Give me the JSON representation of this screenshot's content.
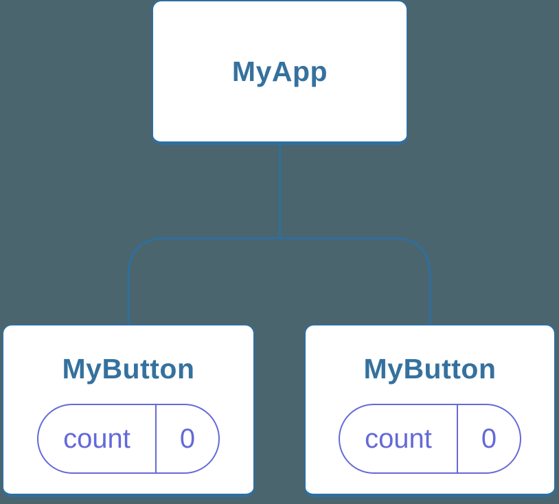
{
  "colors": {
    "background": "#4b656e",
    "node_background": "#ffffff",
    "node_border": "#2e6f9f",
    "node_label": "#35719e",
    "connector": "#2e6f9f",
    "state": "#6469d8"
  },
  "tree": {
    "root": {
      "label": "MyApp"
    },
    "children": [
      {
        "label": "MyButton",
        "state": {
          "key": "count",
          "value": "0"
        }
      },
      {
        "label": "MyButton",
        "state": {
          "key": "count",
          "value": "0"
        }
      }
    ]
  }
}
